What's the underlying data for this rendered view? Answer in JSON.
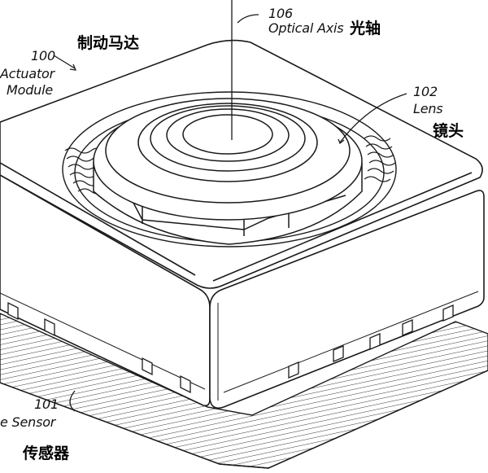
{
  "labels": {
    "optical_axis": {
      "number": "106",
      "text": "Optical Axis",
      "cn": "光轴"
    },
    "actuator": {
      "number": "100",
      "line1": "Actuator",
      "line2": "Module",
      "cn": "制动马达"
    },
    "lens": {
      "number": "102",
      "text": "Lens",
      "cn": "镜头"
    },
    "sensor": {
      "number": "101",
      "text": "e Sensor",
      "cn": "传感器"
    }
  },
  "colors": {
    "line": "#1a1a1a",
    "background": "#ffffff"
  }
}
